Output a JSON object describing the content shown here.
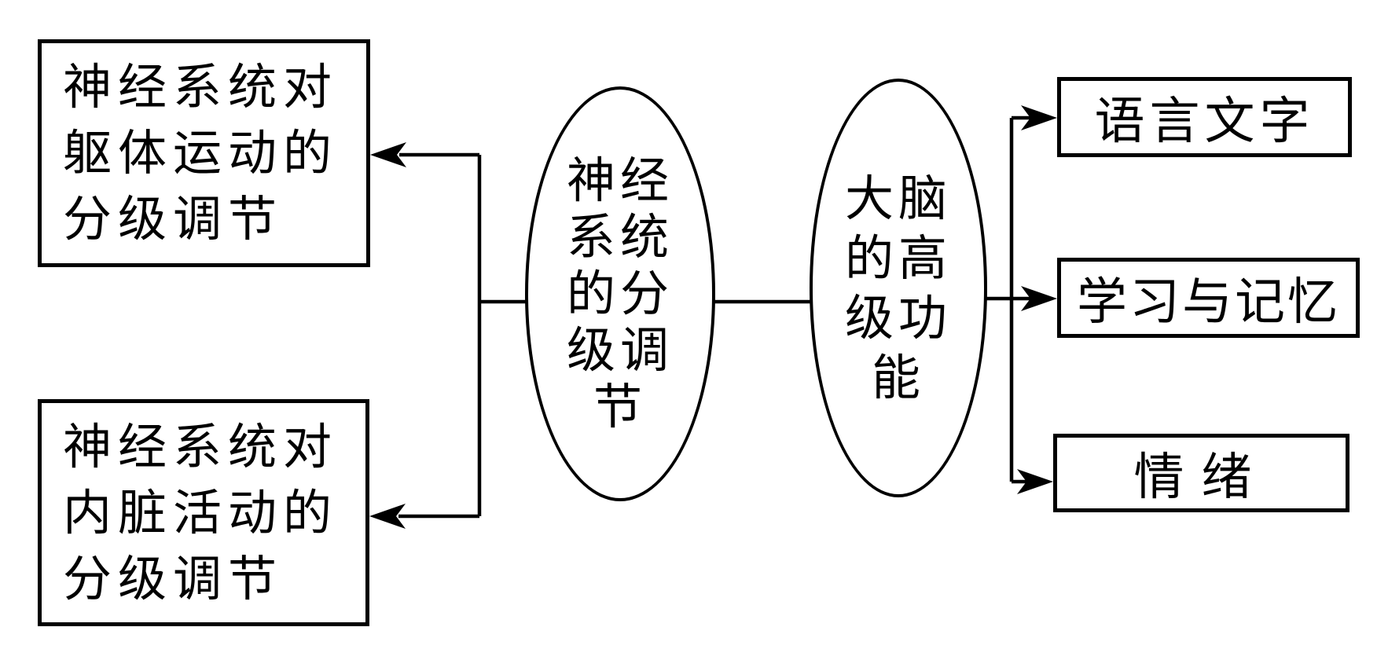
{
  "colors": {
    "background": "#ffffff",
    "line": "#000000"
  },
  "left_boxes": [
    {
      "text": "神经系统对躯体运动的分级调节",
      "lines": [
        "神经系统对",
        "躯体运动的",
        "分级调节"
      ]
    },
    {
      "text": "神经系统对内脏活动的分级调节",
      "lines": [
        "神经系统对",
        "内脏活动的",
        "分级调节"
      ]
    }
  ],
  "ellipses": [
    {
      "text": "神经系统的分级调节",
      "lines": [
        "神经",
        "系统",
        "的分",
        "级调",
        "节"
      ]
    },
    {
      "text": "大脑的高级功能",
      "lines": [
        "大脑",
        "的高",
        "级功",
        "能"
      ]
    }
  ],
  "right_boxes": [
    {
      "text": "语言文字"
    },
    {
      "text": "学习与记忆"
    },
    {
      "text": "情绪"
    }
  ]
}
